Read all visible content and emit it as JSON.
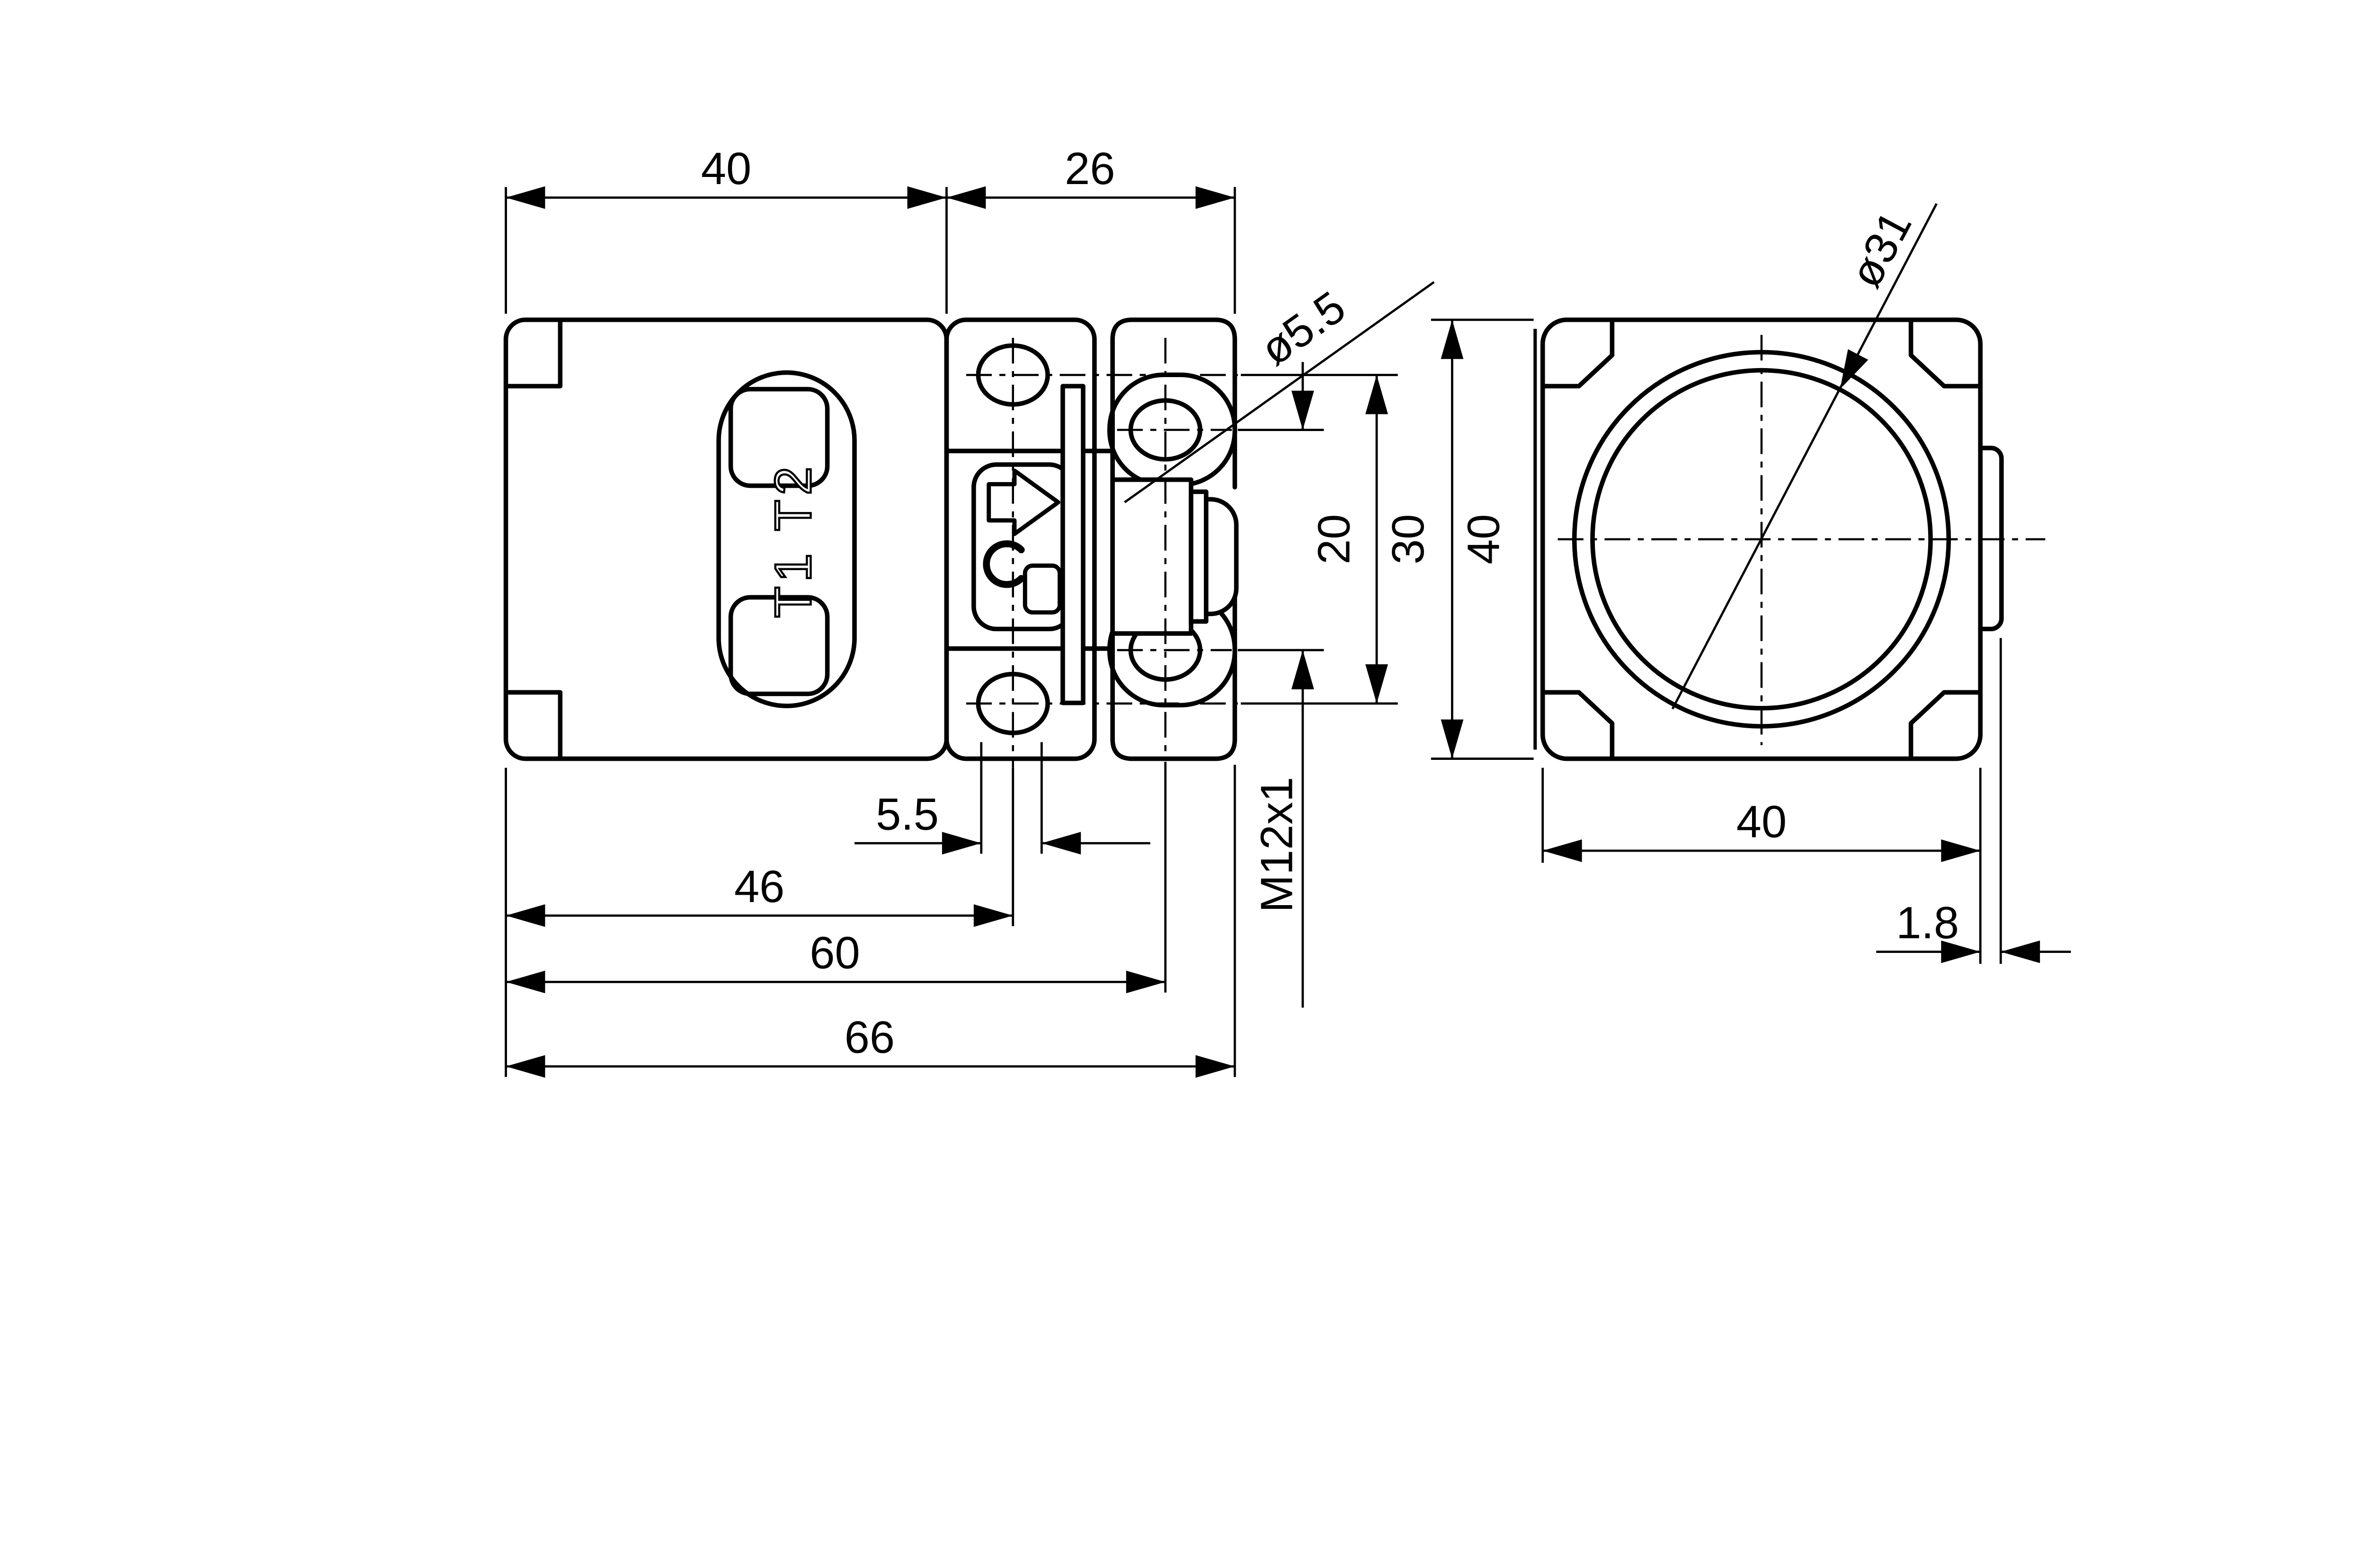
{
  "drawing": {
    "background": "#ffffff",
    "line_color": "#000000",
    "type": "technical-dimension-drawing"
  },
  "side_view": {
    "marking_label": "T1 T2",
    "dim_body_width": "40",
    "dim_bracket_width": "26",
    "dim_hole_diameter": "ø5.5",
    "dim_connector_hole_spacing": "20",
    "dim_mount_hole_spacing": "30",
    "dim_slot_width": "5.5",
    "dim_slot_center_distance": "46",
    "dim_bracket_hole_center_distance": "60",
    "dim_total_length": "66",
    "thread_callout": "M12x1"
  },
  "front_view": {
    "dim_height": "40",
    "dim_width": "40",
    "dim_active_face_diameter": "ø31",
    "dim_plate_thickness": "1.8"
  }
}
